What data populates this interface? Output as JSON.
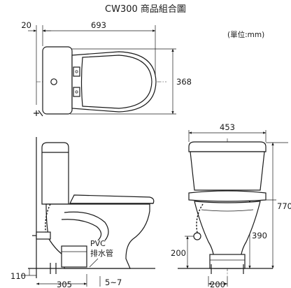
{
  "title": "CW300 商品組合圖",
  "unit_note": "(單位:mm)",
  "dimensions": {
    "top_offset": "20",
    "top_length": "693",
    "top_width": "368",
    "front_width": "453",
    "height_total": "770",
    "height_inlet": "390",
    "height_supply": "200",
    "floor_110": "110",
    "rough_in": "305",
    "gap": "5~7",
    "supply_offset": "200"
  },
  "labels": {
    "pipe_material": "PVC",
    "drain_pipe": "排水管"
  }
}
